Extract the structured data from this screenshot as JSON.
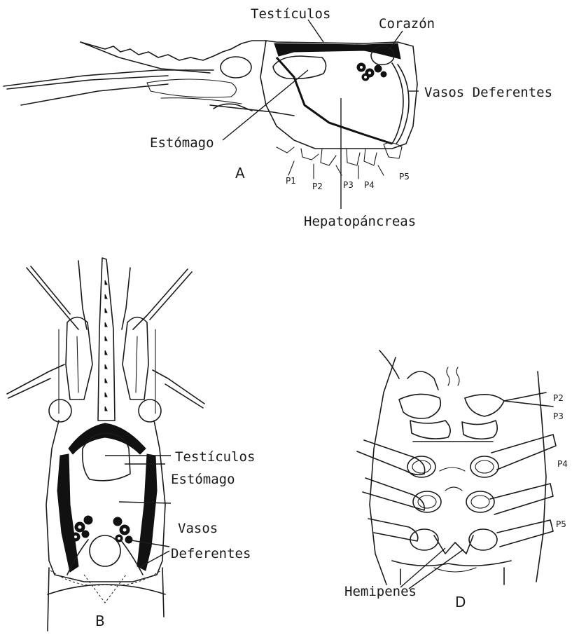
{
  "figure_a": {
    "letter": "A",
    "labels": {
      "testiculos": "Testículos",
      "corazon": "Corazón",
      "vasos_deferentes": "Vasos Deferentes",
      "estomago": "Estómago",
      "hepatopancreas": "Hepatopáncreas"
    },
    "legs": [
      "P1",
      "P2",
      "P3",
      "P4",
      "P5"
    ]
  },
  "figure_b": {
    "letter": "B",
    "labels": {
      "testiculos": "Testículos",
      "estomago": "Estómago",
      "vasos_line1": "Vasos",
      "vasos_line2": "Deferentes"
    }
  },
  "figure_d": {
    "letter": "D",
    "labels": {
      "hemipenes": "Hemipenes"
    },
    "legs": [
      "P2",
      "P3",
      "P4",
      "P5"
    ]
  }
}
